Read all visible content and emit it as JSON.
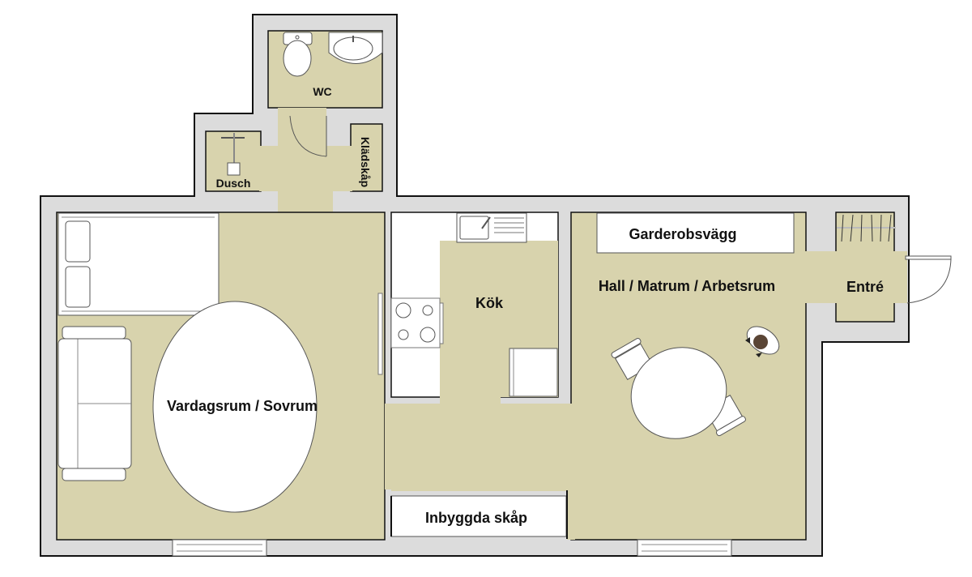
{
  "colors": {
    "wall": "#dcdcdc",
    "wall_outline": "#111111",
    "floor": "#d8d3ad",
    "furniture": "#ffffff",
    "furniture_outline": "#555555",
    "text": "#111111"
  },
  "rooms": {
    "wc": {
      "label": "WC"
    },
    "dusch": {
      "label": "Dusch"
    },
    "kladskap": {
      "label": "Klädskåp"
    },
    "vardagsrum": {
      "label": "Vardagsrum / Sovrum"
    },
    "kok": {
      "label": "Kök"
    },
    "hall": {
      "label": "Hall / Matrum / Arbetsrum"
    },
    "entre": {
      "label": "Entré"
    }
  },
  "fixtures": {
    "garderob": {
      "label": "Garderobsvägg"
    },
    "inbyggda": {
      "label": "Inbyggda skåp"
    }
  }
}
